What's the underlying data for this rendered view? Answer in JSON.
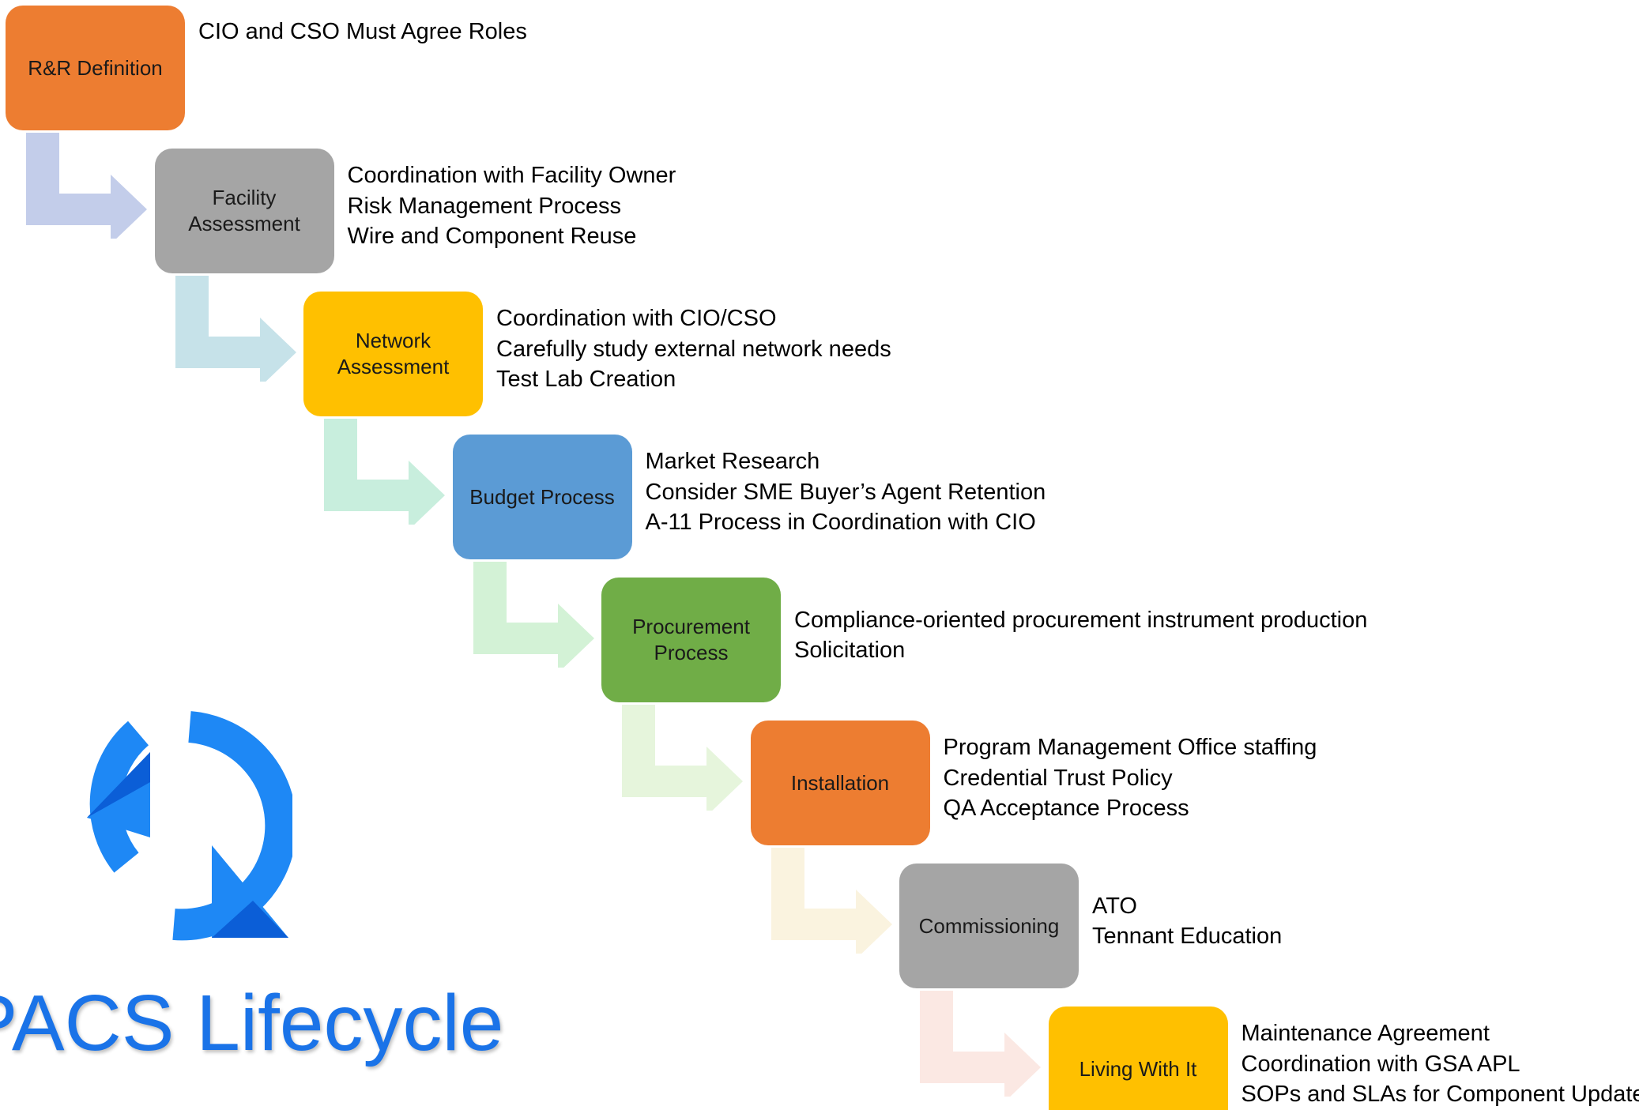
{
  "title": "al PACS Lifecycle",
  "icon": {
    "name": "refresh-cycle-icon",
    "color": "#1E88F5",
    "dark": "#0B5ED7"
  },
  "steps": [
    {
      "id": "rr-definition",
      "label": "R&R Definition",
      "color": "#ED7D31",
      "connector_color": "#C3CDEA",
      "notes": [
        "CIO and CSO Must Agree Roles"
      ]
    },
    {
      "id": "facility-assessment",
      "label": "Facility\nAssessment",
      "color": "#A5A5A5",
      "connector_color": "#C6E2E9",
      "notes": [
        "Coordination with Facility Owner",
        "Risk Management Process",
        "Wire and Component Reuse"
      ]
    },
    {
      "id": "network-assessment",
      "label": "Network\nAssessment",
      "color": "#FFC000",
      "connector_color": "#C8EEDD",
      "notes": [
        "Coordination with CIO/CSO",
        "Carefully study external network needs",
        "Test Lab Creation"
      ]
    },
    {
      "id": "budget-process",
      "label": "Budget Process",
      "color": "#5B9BD5",
      "connector_color": "#D3F2D6",
      "notes": [
        "Market Research",
        "Consider SME Buyer’s Agent Retention",
        "A-11 Process in Coordination with CIO"
      ]
    },
    {
      "id": "procurement-process",
      "label": "Procurement\nProcess",
      "color": "#70AD47",
      "connector_color": "#E6F5DC",
      "notes": [
        "Compliance-oriented procurement instrument production",
        "Solicitation"
      ]
    },
    {
      "id": "installation",
      "label": "Installation",
      "color": "#ED7D31",
      "connector_color": "#FAF3DF",
      "notes": [
        "Program Management Office staffing",
        "Credential Trust Policy",
        "QA Acceptance Process"
      ]
    },
    {
      "id": "commissioning",
      "label": "Commissioning",
      "color": "#A5A5A5",
      "connector_color": "#FBE8E3",
      "notes": [
        "ATO",
        "Tennant Education"
      ]
    },
    {
      "id": "living-with-it",
      "label": "Living With It",
      "color": "#FFC000",
      "connector_color": null,
      "notes": [
        "Maintenance Agreement",
        "Coordination with GSA APL",
        "SOPs and SLAs for Component Updates"
      ]
    }
  ]
}
